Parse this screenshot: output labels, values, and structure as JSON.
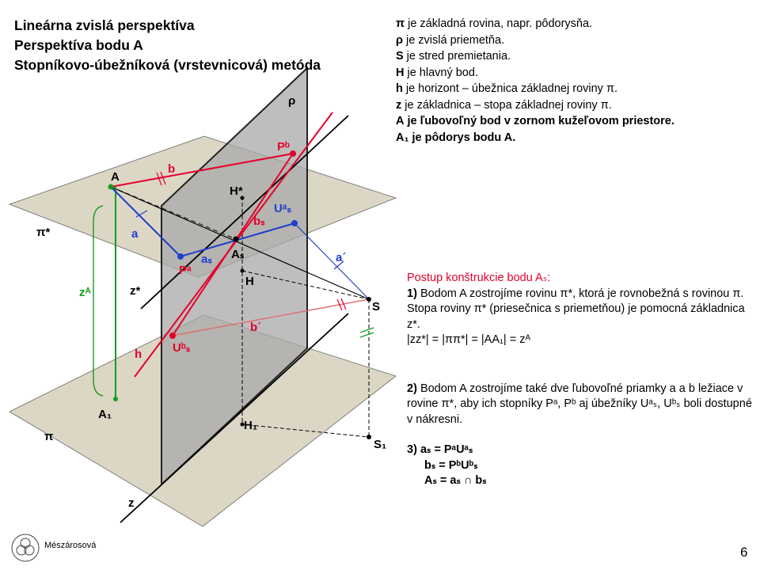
{
  "title": {
    "line1": "Lineárna zvislá perspektíva",
    "line2": "Perspektíva bodu A",
    "line3": "Stopníkovo-úbežníková (vrstevnicová) metóda"
  },
  "legend": [
    {
      "sym": "π",
      "text": "je základná rovina, napr. pôdorysňa."
    },
    {
      "sym": "ρ",
      "text": "je zvislá priemetňa."
    },
    {
      "sym": "S",
      "text": "je stred premietania."
    },
    {
      "sym": "H",
      "text": "je hlavný bod."
    },
    {
      "sym": "h",
      "text": "je horizont – úbežnica základnej roviny π."
    },
    {
      "sym": "z",
      "text": "je základnica – stopa základnej roviny π."
    },
    {
      "sym": "A",
      "text": "je ľubovoľný bod v zornom kužeľovom priestore."
    },
    {
      "sym": "A₁",
      "text": "je pôdorys bodu A."
    }
  ],
  "procedure": {
    "heading": "Postup konštrukcie bodu Aₛ:",
    "step1_num": "1)",
    "step1": "Bodom A zostrojíme rovinu π*, ktorá je rovnobežná s rovinou π. Stopa roviny π* (priesečnica s priemetňou) je pomocná základnica z*.",
    "step1_eq": "|zz*| = |ππ*| = |AA₁| = zᴬ",
    "step2_num": "2)",
    "step2": "Bodom A zostrojíme také dve ľubovoľné priamky a a b ležiace v rovine π*, aby ich stopníky Pᵃ, Pᵇ aj úbežníky Uᵃₛ, Uᵇₛ boli dostupné v nákresni.",
    "step3_num": "3)",
    "step3_a": "aₛ = PᵃUᵃₛ",
    "step3_b": "bₛ = PᵇUᵇₛ",
    "step3_c": "Aₛ = aₛ ∩ bₛ"
  },
  "labels": {
    "rho": "ρ",
    "pi_star": "π*",
    "pi": "π",
    "A": "A",
    "A1": "A₁",
    "b": "b",
    "a": "a",
    "a_prime": "a´",
    "b_prime": "b´",
    "bs": "bₛ",
    "as": "aₛ",
    "As": "Aₛ",
    "Pa": "Pᵃ",
    "Pb": "Pᵇ",
    "Uas": "Uᵃₛ",
    "Ubs": "Uᵇₛ",
    "H_star": "H*",
    "H": "H",
    "H1": "H₁",
    "S": "S",
    "S1": "S₁",
    "zA": "zᴬ",
    "z_star": "z*",
    "z": "z",
    "h": "h"
  },
  "author": "Mészárosová",
  "page_number": "6",
  "colors": {
    "plane_fill": "#dcd6c5",
    "picture_plane": "#bfbfbf",
    "red": "#e4002b",
    "blue": "#1f3fcc",
    "green": "#169c1e",
    "pink": "#e06a6a"
  }
}
